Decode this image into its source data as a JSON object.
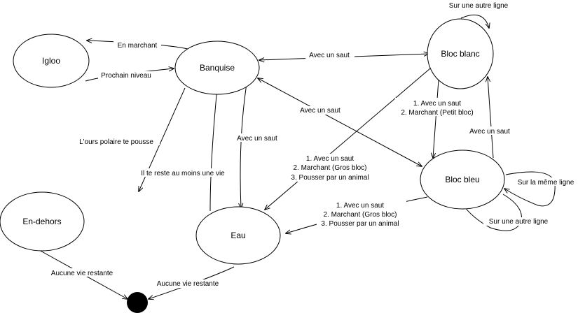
{
  "nodes": {
    "igloo": "Igloo",
    "banquise": "Banquise",
    "bloc_blanc": "Bloc blanc",
    "bloc_bleu": "Bloc bleu",
    "en_dehors": "En-dehors",
    "eau": "Eau",
    "final_state": ""
  },
  "edges": {
    "banquise_igloo": "En marchant",
    "igloo_banquise": "Prochain niveau",
    "banquise_bloc_blanc": "Avec un saut",
    "bloc_blanc_self": "Sur une autre ligne",
    "banquise_bloc_bleu": "Avec un saut",
    "bloc_blanc_bloc_bleu": [
      "1. Avec un saut",
      "2. Marchant (Petit bloc)"
    ],
    "bloc_bleu_bloc_blanc": "Avec un saut",
    "banquise_en_dehors": "L'ours polaire te pousse",
    "banquise_eau": "Avec un saut",
    "eau_banquise": "Il te reste au moins une vie",
    "bloc_blanc_eau": [
      "1. Avec un saut",
      "2. Marchant (Gros bloc)",
      "3. Pousser par un animal"
    ],
    "bloc_bleu_eau": [
      "1. Avec un saut",
      "2. Marchant (Gros bloc)",
      "3. Pousser par un animal"
    ],
    "bloc_bleu_self_same": "Sur la même ligne",
    "bloc_bleu_self_other": "Sur une autre ligne",
    "en_dehors_final": "Aucune vie restante",
    "eau_final": "Aucune vie restante"
  },
  "colors": {
    "stroke": "#000000",
    "fill": "#ffffff",
    "final": "#000000"
  }
}
